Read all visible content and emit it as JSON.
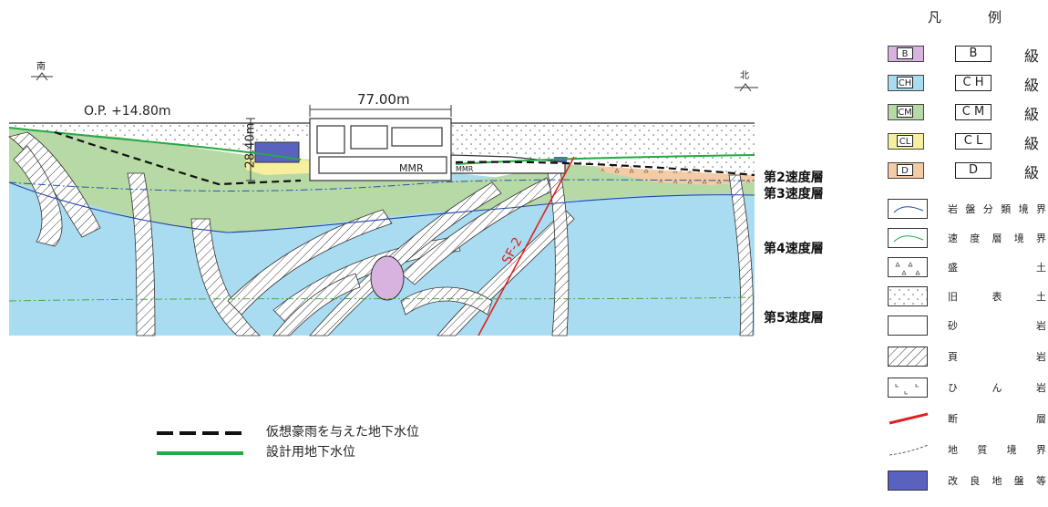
{
  "section": {
    "south": "南",
    "north": "北",
    "elevation_label": "O.P. +14.80m",
    "width_label": "77.00m",
    "depth_label": "28.40m",
    "mmr_labels": [
      "MMR",
      "MMR"
    ],
    "fault_label": "SF-2",
    "velocity_layers": [
      "第2速度層",
      "第3速度層",
      "第4速度層",
      "第5速度層"
    ]
  },
  "groundwater_legend": [
    {
      "label": "仮想豪雨を与えた地下水位",
      "style": "dashed",
      "color": "#111111"
    },
    {
      "label": "設計用地下水位",
      "style": "solid",
      "color": "#22aa44"
    }
  ],
  "legend": {
    "title_left": "凡",
    "title_right": "例",
    "grade_suffix": "級",
    "grades": [
      {
        "swatch": "B",
        "box": "B",
        "color": "#d9b3e0"
      },
      {
        "swatch": "CH",
        "box": "C H",
        "color": "#a9dcf0"
      },
      {
        "swatch": "CM",
        "box": "C M",
        "color": "#b7d9a6"
      },
      {
        "swatch": "CL",
        "box": "C L",
        "color": "#f6ef9e"
      },
      {
        "swatch": "D",
        "box": "D",
        "color": "#f4cba3"
      }
    ],
    "symbols": [
      {
        "name": "rock-class-boundary",
        "chars": [
          "岩",
          "盤",
          "分",
          "類",
          "境",
          "界"
        ]
      },
      {
        "name": "velocity-layer-boundary",
        "chars": [
          "速",
          "度",
          "層",
          "境",
          "界"
        ]
      },
      {
        "name": "fill",
        "chars": [
          "盛",
          "土"
        ]
      },
      {
        "name": "old-surface-soil",
        "chars": [
          "旧",
          "表",
          "土"
        ]
      },
      {
        "name": "sandstone",
        "chars": [
          "砂",
          "岩"
        ]
      },
      {
        "name": "shale",
        "chars": [
          "頁",
          "岩"
        ]
      },
      {
        "name": "hornfels",
        "chars": [
          "ひ",
          "ん",
          "岩"
        ]
      },
      {
        "name": "fault",
        "chars": [
          "断",
          "層"
        ]
      },
      {
        "name": "geologic-boundary",
        "chars": [
          "地",
          "質",
          "境",
          "界"
        ]
      },
      {
        "name": "improved-ground",
        "chars": [
          "改",
          "良",
          "地",
          "盤",
          "等"
        ]
      }
    ]
  }
}
